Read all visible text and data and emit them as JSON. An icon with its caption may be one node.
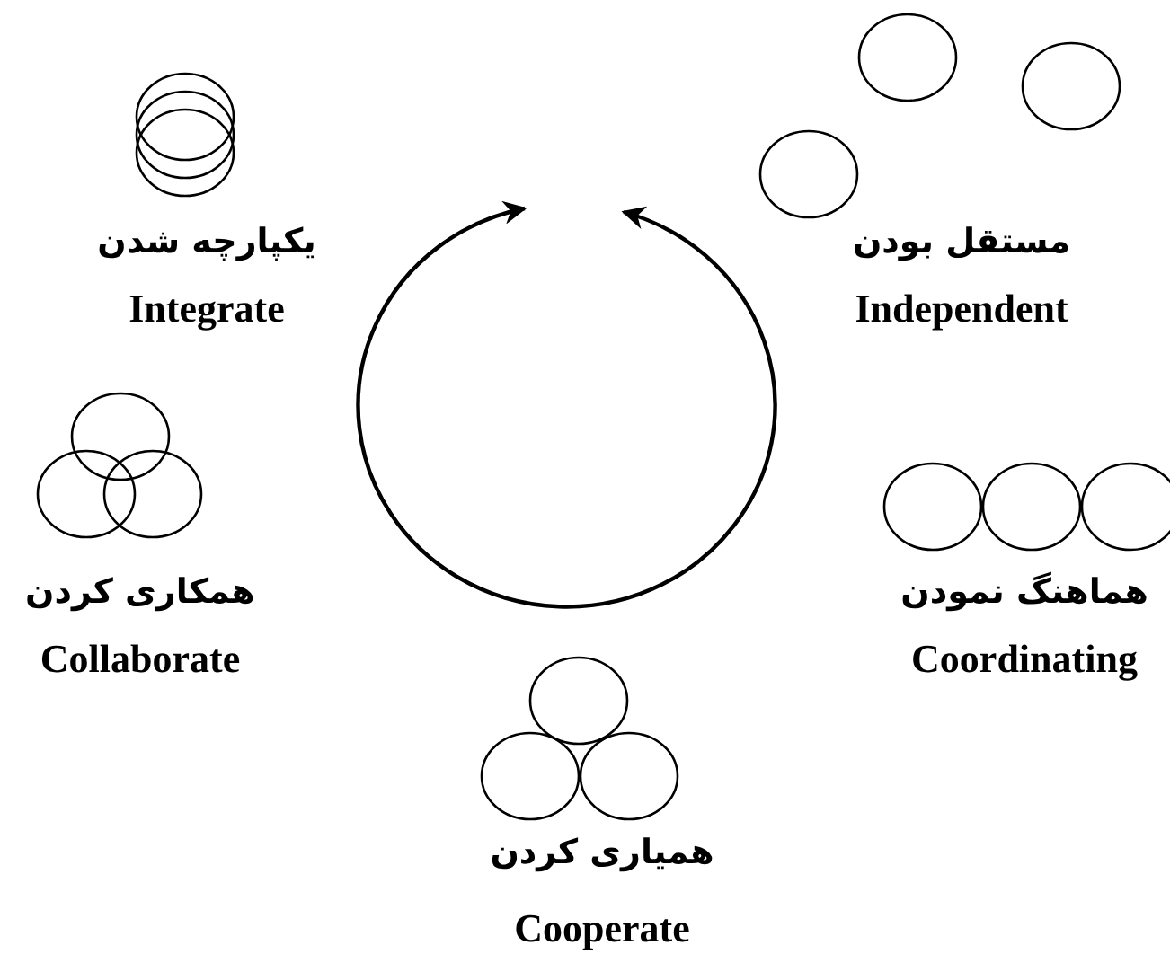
{
  "diagram": {
    "labels": [
      "یکپارچه شدن",
      "Integrate",
      "مستقل بودن",
      "Independent",
      "همکاری کردن",
      "Collaborate",
      "هماهنگ نمودن",
      "Coordinating",
      "همیاری کردن",
      "Cooperate"
    ]
  }
}
